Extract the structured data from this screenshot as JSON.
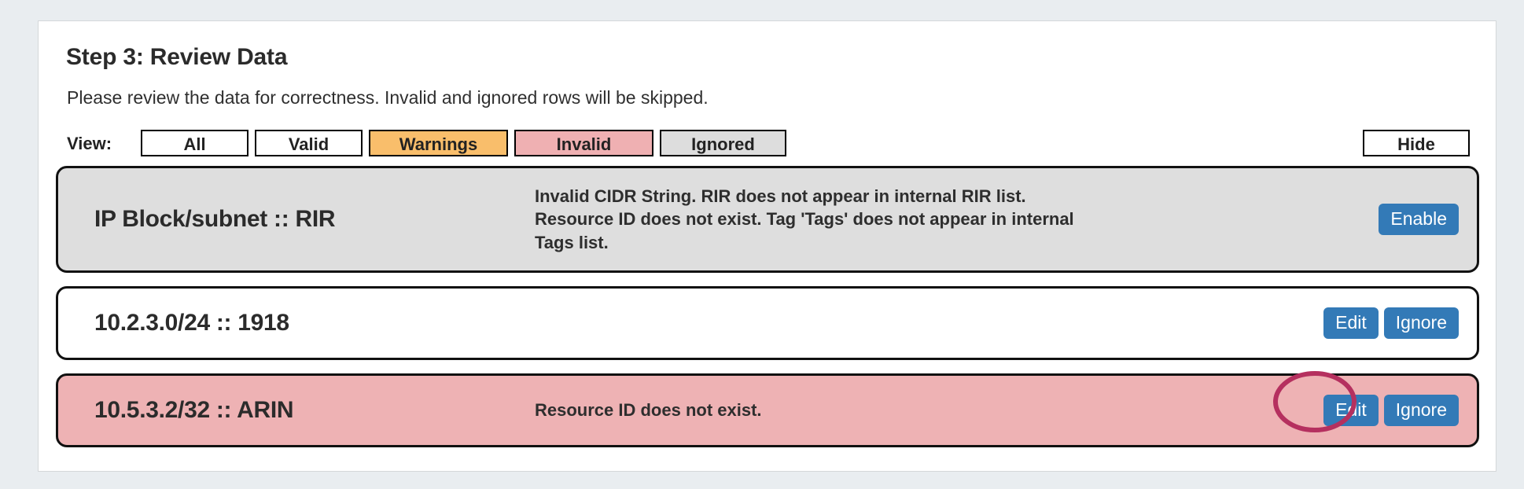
{
  "page": {
    "title": "Step 3: Review Data",
    "subtitle": "Please review the data for correctness. Invalid and ignored rows will be skipped."
  },
  "filter_bar": {
    "view_label": "View:",
    "buttons": [
      {
        "label": "All",
        "state": "inactive",
        "color": "#ffffff"
      },
      {
        "label": "Valid",
        "state": "inactive",
        "color": "#ffffff"
      },
      {
        "label": "Warnings",
        "state": "active",
        "color": "#f9be6b"
      },
      {
        "label": "Invalid",
        "state": "active",
        "color": "#efb0b2"
      },
      {
        "label": "Ignored",
        "state": "active",
        "color": "#dddddd"
      }
    ],
    "hide_label": "Hide"
  },
  "rows": [
    {
      "label": "IP Block/subnet :: RIR",
      "message": "Invalid CIDR String. RIR does not appear in internal RIR list. Resource ID does not exist. Tag 'Tags' does not appear in internal Tags list.",
      "status": "ignored",
      "background": "#dedede",
      "actions": [
        "Enable"
      ]
    },
    {
      "label": "10.2.3.0/24 :: 1918",
      "message": "",
      "status": "valid",
      "background": "#ffffff",
      "actions": [
        "Edit",
        "Ignore"
      ]
    },
    {
      "label": "10.5.3.2/32 :: ARIN",
      "message": "Resource ID does not exist.",
      "status": "invalid",
      "background": "#eeb2b4",
      "actions": [
        "Edit",
        "Ignore"
      ]
    }
  ],
  "annotation": {
    "shape": "ellipse",
    "target": "Edit",
    "color": "#b5305f"
  },
  "colors": {
    "page_background": "#e9edf0",
    "card_background": "#ffffff",
    "primary_button": "#337ab7",
    "row_border": "#111111"
  }
}
